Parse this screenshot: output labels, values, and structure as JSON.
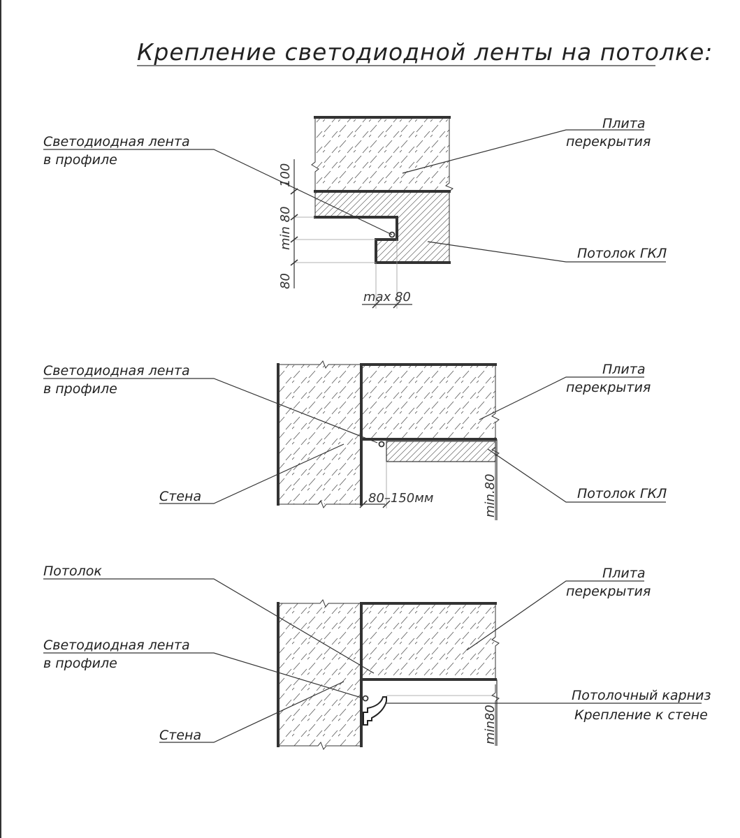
{
  "title": "Крепление светодиодной ленты на потолке:",
  "detail1": {
    "led_label_line1": "Светодиодная лента",
    "led_label_line2": "в профиле",
    "slab_label_line1": "Плита",
    "slab_label_line2": "перекрытия",
    "gkl_label": "Потолок ГКЛ",
    "dim_100": "100",
    "dim_min80": "min 80",
    "dim_80": "80",
    "dim_max80": "max 80"
  },
  "detail2": {
    "led_label_line1": "Светодиодная лента",
    "led_label_line2": "в профиле",
    "slab_label_line1": "Плита",
    "slab_label_line2": "перекрытия",
    "wall_label": "Стена",
    "gkl_label": "Потолок ГКЛ",
    "dim_gap": "80–150мм",
    "dim_min80": "min.80"
  },
  "detail3": {
    "ceiling_label": "Потолок",
    "led_label_line1": "Светодиодная лента",
    "led_label_line2": "в профиле",
    "wall_label": "Стена",
    "slab_label_line1": "Плита",
    "slab_label_line2": "перекрытия",
    "cornice_label": "Потолочный карниз",
    "mount_label": "Крепление к стене",
    "dim_min80": "min80"
  }
}
